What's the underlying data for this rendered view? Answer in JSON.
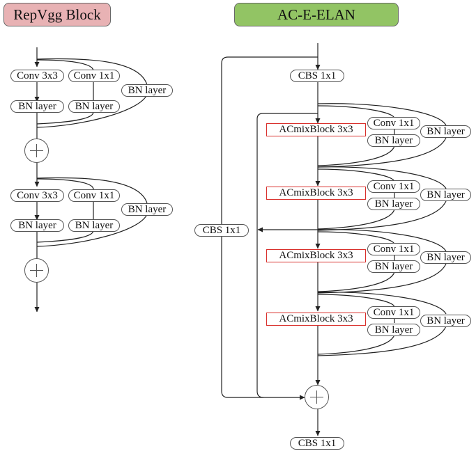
{
  "titles": {
    "repvgg": "RepVgg Block",
    "acelan": "AC-E-ELAN"
  },
  "colors": {
    "repvgg_title_fill": "#e8b2b4",
    "acelan_title_fill": "#92c464",
    "acmix_border": "#d9302c",
    "line": "#222222"
  },
  "repvgg": {
    "blocks": [
      {
        "conv3": "Conv 3x3",
        "conv1": "Conv 1x1",
        "bn_id": "BN layer",
        "bn3": "BN layer",
        "bn1": "BN layer"
      },
      {
        "conv3": "Conv 3x3",
        "conv1": "Conv 1x1",
        "bn_id": "BN layer",
        "bn3": "BN layer",
        "bn1": "BN layer"
      }
    ],
    "add_icon": "plus-circle-icon"
  },
  "acelan": {
    "cbs_top": "CBS 1x1",
    "cbs_side": "CBS 1x1",
    "cbs_bottom": "CBS 1x1",
    "stages": [
      {
        "acmix": "ACmixBlock 3x3",
        "conv1": "Conv 1x1",
        "bn1": "BN layer",
        "bn_id": "BN layer"
      },
      {
        "acmix": "ACmixBlock 3x3",
        "conv1": "Conv 1x1",
        "bn1": "BN layer",
        "bn_id": "BN layer"
      },
      {
        "acmix": "ACmixBlock 3x3",
        "conv1": "Conv 1x1",
        "bn1": "BN layer",
        "bn_id": "BN layer"
      },
      {
        "acmix": "ACmixBlock 3x3",
        "conv1": "Conv 1x1",
        "bn1": "BN layer",
        "bn_id": "BN layer"
      }
    ],
    "add_icon": "plus-circle-icon"
  }
}
